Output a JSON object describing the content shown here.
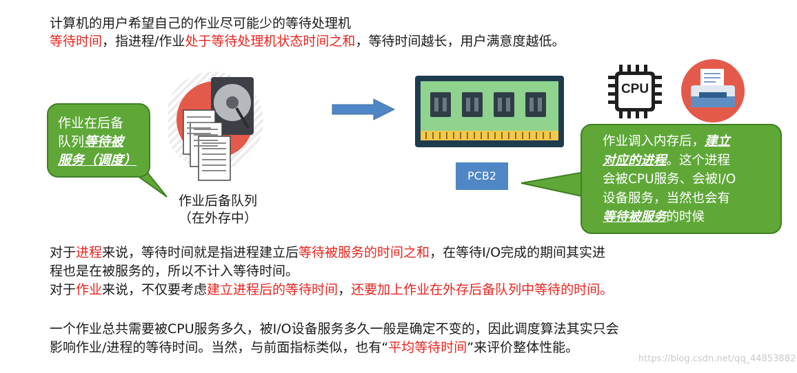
{
  "top": {
    "line1": "计算机的用户希望自己的作业尽可能少的等待处理机",
    "line2": {
      "a": "等待时间",
      "b": "，指进程/作业",
      "c": "处于等待处理机状态时间之和",
      "d": "，等待时间越长，用户满意度越低。"
    }
  },
  "left_bubble": {
    "line1": "作业在后备",
    "line2_plain": "队列",
    "line2_emph": "等待被",
    "line3_emph": "服务（调度）"
  },
  "queue_caption": {
    "line1": "作业后备队列",
    "line2": "（在外存中）"
  },
  "pcb_label": "PCB2",
  "cpu_label": "CPU",
  "right_bubble": {
    "l1_plain": "作业调入内存后，",
    "l1_emph": "建立",
    "l2_emph": "对应的进程",
    "l2_plain": "。这个进程",
    "l3": "会被CPU服务、会被I/O",
    "l4": "设备服务，当然也会有",
    "l5_emph": "等待被服务",
    "l5_plain": "的时候"
  },
  "para1": {
    "a": "对于",
    "b": "进程",
    "c": "来说，等待时间就是指进程建立后",
    "d": "等待被服务的时间之和",
    "e": "，在等待I/O完成的期间其实进",
    "line2": "程也是在被服务的，所以不计入等待时间。"
  },
  "para2": {
    "a": "对于",
    "b": "作业",
    "c": "来说，不仅要考虑",
    "d": "建立进程后的等待时间",
    "e": "，",
    "f": "还要加上作业在外存后备队列中等待的时间。"
  },
  "para3": {
    "line1": "一个作业总共需要被CPU服务多久，被I/O设备服务多久一般是确定不变的，因此调度算法其实只会",
    "line2_a": "影响作业/进程的等待时间。当然，与前面指标类似，也有“",
    "line2_b": "平均等待时间",
    "line2_c": "”来评价整体性能。"
  },
  "watermark": "https://blog.csdn.net/qq_44853882"
}
